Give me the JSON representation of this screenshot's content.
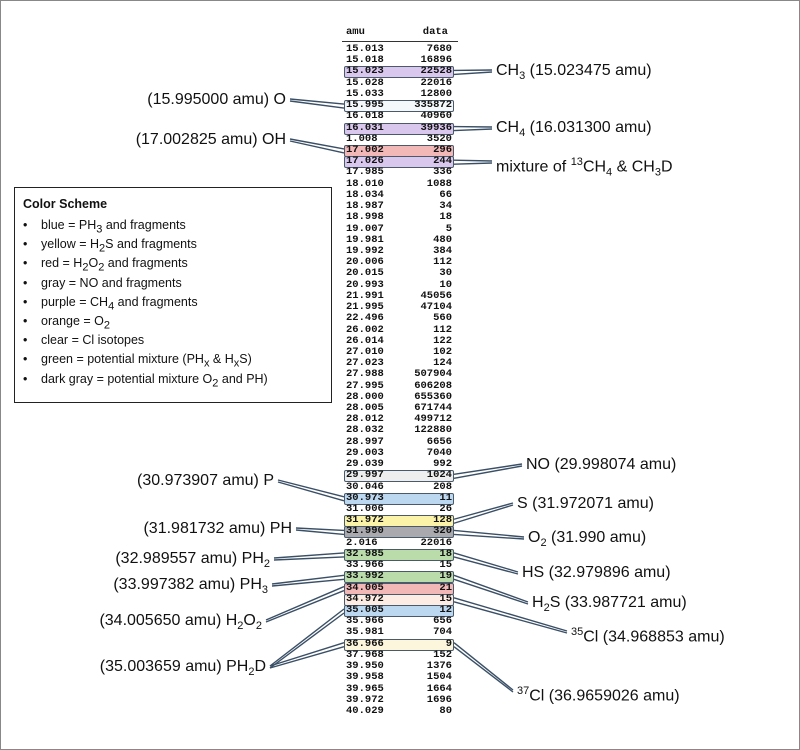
{
  "table": {
    "header": {
      "amu": "amu",
      "data": "data"
    },
    "rows": [
      {
        "amu": "15.013",
        "data": "7680"
      },
      {
        "amu": "15.018",
        "data": "16896"
      },
      {
        "amu": "15.023",
        "data": "22528",
        "color": "#d9c7ee"
      },
      {
        "amu": "15.028",
        "data": "22016"
      },
      {
        "amu": "15.033",
        "data": "12800"
      },
      {
        "amu": "15.995",
        "data": "335872",
        "color": "#f4f8fb"
      },
      {
        "amu": "16.018",
        "data": "40960"
      },
      {
        "amu": "16.031",
        "data": "39936",
        "color": "#d9c7ee"
      },
      {
        "amu": "1.008",
        "data": "3520"
      },
      {
        "amu": "17.002",
        "data": "296",
        "color": "#f2b7b7"
      },
      {
        "amu": "17.026",
        "data": "244",
        "color": "#d9c7ee"
      },
      {
        "amu": "17.985",
        "data": "336"
      },
      {
        "amu": "18.010",
        "data": "1088"
      },
      {
        "amu": "18.034",
        "data": "66"
      },
      {
        "amu": "18.987",
        "data": "34"
      },
      {
        "amu": "18.998",
        "data": "18"
      },
      {
        "amu": "19.007",
        "data": "5"
      },
      {
        "amu": "19.981",
        "data": "480"
      },
      {
        "amu": "19.992",
        "data": "384"
      },
      {
        "amu": "20.006",
        "data": "112"
      },
      {
        "amu": "20.015",
        "data": "30"
      },
      {
        "amu": "20.993",
        "data": "10"
      },
      {
        "amu": "21.991",
        "data": "45056"
      },
      {
        "amu": "21.995",
        "data": "47104"
      },
      {
        "amu": "22.496",
        "data": "560"
      },
      {
        "amu": "26.002",
        "data": "112"
      },
      {
        "amu": "26.014",
        "data": "122"
      },
      {
        "amu": "27.010",
        "data": "102"
      },
      {
        "amu": "27.023",
        "data": "124"
      },
      {
        "amu": "27.988",
        "data": "507904"
      },
      {
        "amu": "27.995",
        "data": "606208"
      },
      {
        "amu": "28.000",
        "data": "655360"
      },
      {
        "amu": "28.005",
        "data": "671744"
      },
      {
        "amu": "28.012",
        "data": "499712"
      },
      {
        "amu": "28.032",
        "data": "122880"
      },
      {
        "amu": "28.997",
        "data": "6656"
      },
      {
        "amu": "29.003",
        "data": "7040"
      },
      {
        "amu": "29.039",
        "data": "992"
      },
      {
        "amu": "29.997",
        "data": "1024",
        "color": "#eeeeee"
      },
      {
        "amu": "30.046",
        "data": "208"
      },
      {
        "amu": "30.973",
        "data": "11",
        "color": "#bcd7f0"
      },
      {
        "amu": "31.006",
        "data": "26"
      },
      {
        "amu": "31.972",
        "data": "128",
        "color": "#fbf3a8"
      },
      {
        "amu": "31.990",
        "data": "320",
        "color": "#a9a9ae"
      },
      {
        "amu": "2.016",
        "data": "22016"
      },
      {
        "amu": "32.985",
        "data": "18",
        "color": "#b9dcaa"
      },
      {
        "amu": "33.966",
        "data": "15"
      },
      {
        "amu": "33.992",
        "data": "19",
        "color": "#b9dcaa"
      },
      {
        "amu": "34.005",
        "data": "21",
        "color": "#f2b7b7"
      },
      {
        "amu": "34.972",
        "data": "15",
        "color": "#fdece3"
      },
      {
        "amu": "35.005",
        "data": "12",
        "color": "#bcd7f0"
      },
      {
        "amu": "35.966",
        "data": "656"
      },
      {
        "amu": "35.981",
        "data": "704"
      },
      {
        "amu": "36.966",
        "data": "9",
        "color": "#fbf6dc"
      },
      {
        "amu": "37.968",
        "data": "152"
      },
      {
        "amu": "39.950",
        "data": "1376"
      },
      {
        "amu": "39.958",
        "data": "1504"
      },
      {
        "amu": "39.965",
        "data": "1664"
      },
      {
        "amu": "39.972",
        "data": "1696"
      },
      {
        "amu": "40.029",
        "data": "80"
      }
    ]
  },
  "annotations_right": [
    {
      "pre": "CH",
      "sub": "3",
      "post": " (15.023475 amu)"
    },
    {
      "pre": "CH",
      "sub": "4",
      "post": " (16.031300 amu)"
    },
    {
      "pre": "mixture of ",
      "sup": "13",
      "mid": "CH",
      "sub": "4",
      "post": " & CH",
      "sub2": "3",
      "post2": "D"
    },
    {
      "pre": "NO (29.998074 amu)"
    },
    {
      "pre": "S (31.972071 amu)"
    },
    {
      "pre": "O",
      "sub": "2",
      "post": " (31.990 amu)"
    },
    {
      "pre": "HS (32.979896 amu)"
    },
    {
      "pre": "H",
      "sub": "2",
      "post": "S (33.987721 amu)"
    },
    {
      "sup": "35",
      "pre": "Cl (34.968853 amu)"
    },
    {
      "sup": "37",
      "pre": "Cl (36.9659026 amu)"
    }
  ],
  "annotations_left": [
    {
      "pre": "(15.995000 amu) O"
    },
    {
      "pre": "(17.002825 amu) OH"
    },
    {
      "pre": "(30.973907 amu) P"
    },
    {
      "pre": "(31.981732 amu) PH"
    },
    {
      "pre": "(32.989557 amu) PH",
      "sub": "2"
    },
    {
      "pre": "(33.997382 amu) PH",
      "sub": "3"
    },
    {
      "pre": "(34.005650 amu) H",
      "sub": "2",
      "post": "O",
      "sub2": "2"
    },
    {
      "pre": "(35.003659 amu) PH",
      "sub": "2",
      "post": "D"
    }
  ],
  "legend": {
    "title": "Color Scheme",
    "bullet": "•",
    "items": [
      {
        "pre": "blue = PH",
        "sub": "3",
        "post": " and fragments"
      },
      {
        "pre": "yellow = H",
        "sub": "2",
        "post": "S and fragments"
      },
      {
        "pre": "red = H",
        "sub": "2",
        "post": "O",
        "sub2": "2",
        "post2": " and fragments"
      },
      {
        "pre": "gray = NO and fragments"
      },
      {
        "pre": "purple = CH",
        "sub": "4",
        "post": " and fragments"
      },
      {
        "pre": "orange = O",
        "sub": "2"
      },
      {
        "pre": "clear = Cl isotopes"
      },
      {
        "pre": "green = potential mixture (PH",
        "sub": "x",
        "post": " & H",
        "sub2": "x",
        "post2": "S)"
      },
      {
        "pre": "dark gray = potential mixture O",
        "sub": "2",
        "post": " and PH)"
      }
    ]
  }
}
